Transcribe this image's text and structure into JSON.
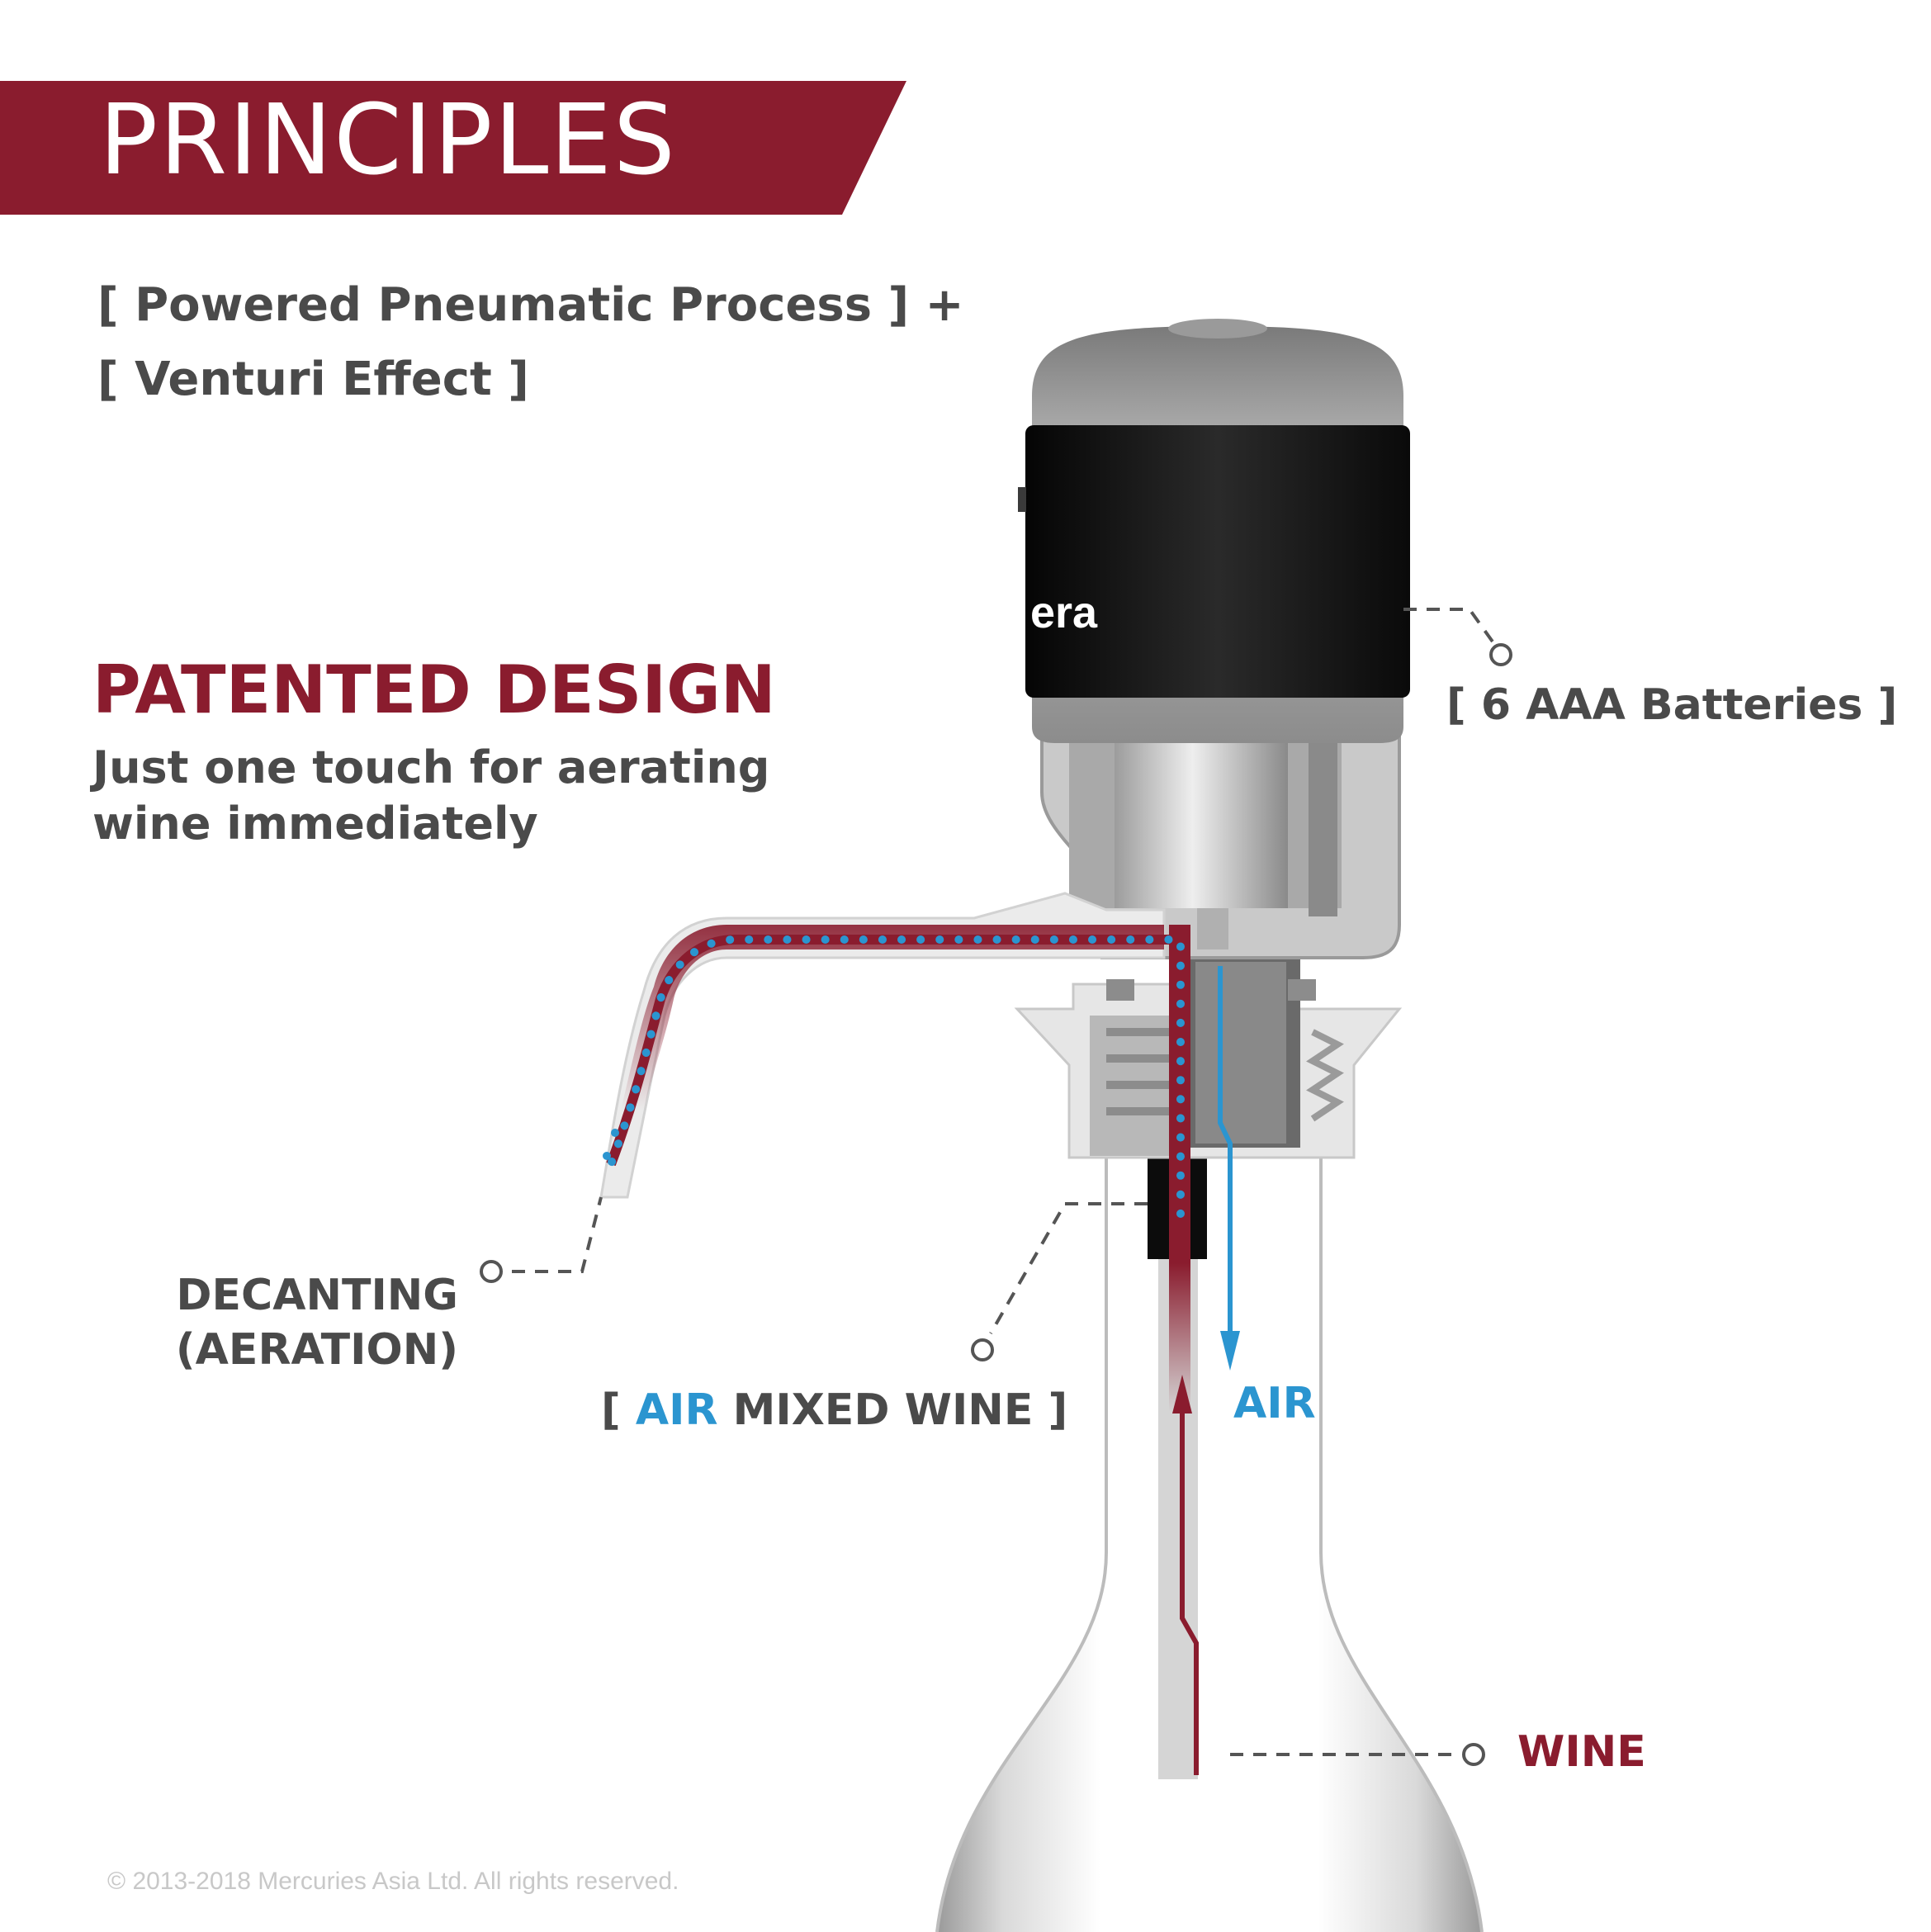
{
  "header": {
    "title": "PRINCIPLES"
  },
  "principle": {
    "line1": "[ Powered Pneumatic Process ] +",
    "line2": "[ Venturi Effect ]"
  },
  "patented": {
    "title": "PATENTED DESIGN",
    "line1": "Just one touch for aerating",
    "line2": "wine immediately"
  },
  "device": {
    "logo_text": "era"
  },
  "callouts": {
    "batteries": "[ 6 AAA Batteries ]",
    "decanting_line1": "DECANTING",
    "decanting_line2": "(AERATION)",
    "air_mixed_open": "[",
    "air_mixed_air": "AIR",
    "air_mixed_rest": "MIXED WINE",
    "air_mixed_close": "]",
    "air": "AIR",
    "wine": "WINE"
  },
  "footer": {
    "copyright": "© 2013-2018 Mercuries Asia Ltd. All rights reserved."
  },
  "colors": {
    "brand_red": "#8a1c2e",
    "air_blue": "#2b95d0",
    "text_gray": "#4a4a4a"
  }
}
